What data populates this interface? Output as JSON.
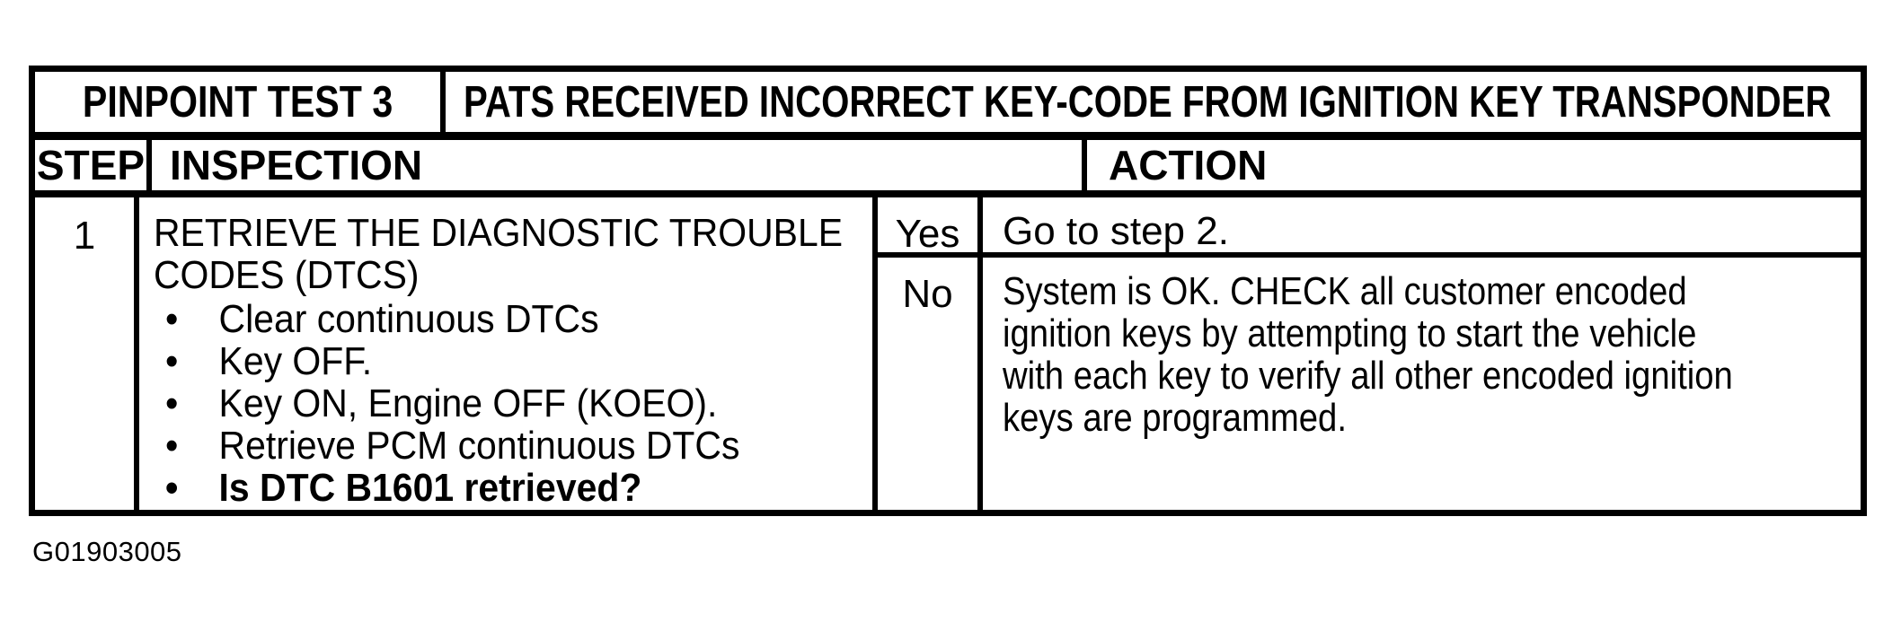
{
  "colors": {
    "ink": "#000000",
    "paper": "#ffffff"
  },
  "glyphs": {
    "bullet": "•"
  },
  "pinpoint_table": {
    "title": {
      "test_label": "PINPOINT TEST 3",
      "description": "PATS RECEIVED INCORRECT KEY-CODE FROM IGNITION KEY TRANSPONDER"
    },
    "column_headers": {
      "step": "STEP",
      "inspection": "INSPECTION",
      "action": "ACTION"
    },
    "rows": [
      {
        "step_number": "1",
        "inspection": {
          "heading": "RETRIEVE THE DIAGNOSTIC TROUBLE CODES (DTCS)",
          "bullets": [
            "Clear continuous DTCs",
            "Key OFF.",
            "Key ON, Engine OFF (KOEO).",
            "Retrieve PCM continuous DTCs",
            "Is DTC B1601 retrieved?"
          ],
          "bold_bullet_index": 4
        },
        "outcomes": [
          {
            "answer": "Yes",
            "action": "Go to step 2."
          },
          {
            "answer": "No",
            "action": "System is OK. CHECK all customer encoded ignition keys by attempting to start the vehicle with each key to verify all other encoded ignition keys are programmed."
          }
        ]
      }
    ]
  },
  "figure_id": "G01903005"
}
